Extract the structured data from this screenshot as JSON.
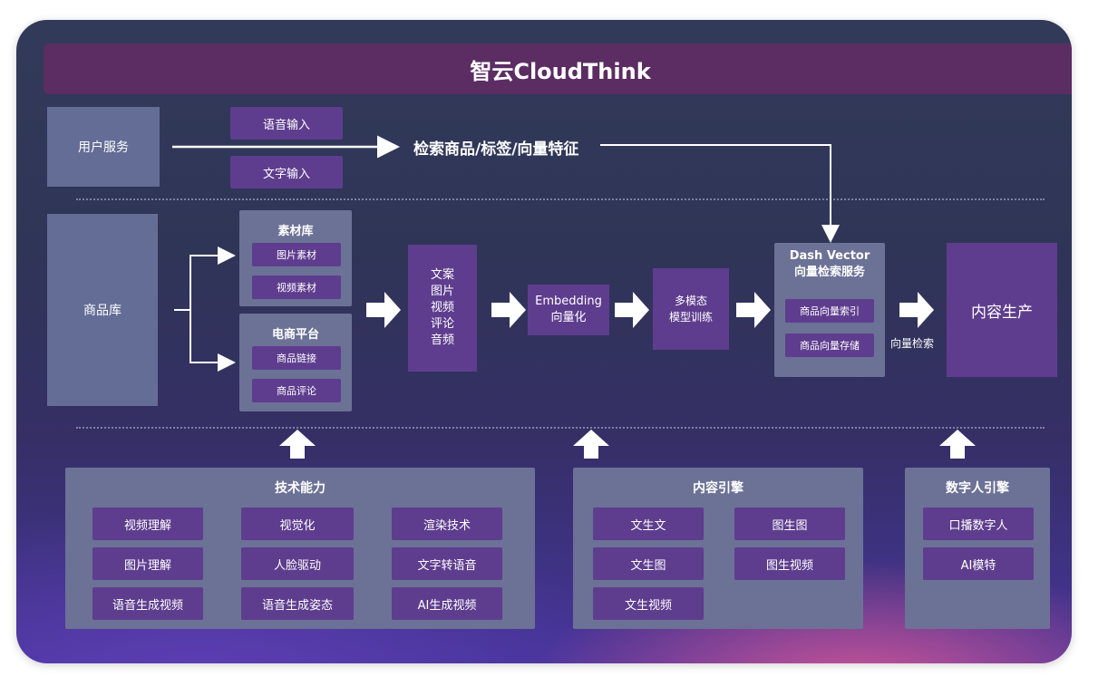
{
  "title": "智云CloudThink",
  "top": {
    "user_service": "用户服务",
    "voice_input": "语音输入",
    "text_input": "文字输入",
    "query_label": "检索商品/标签/向量特征"
  },
  "middle": {
    "product_lib": "商品库",
    "material_lib": {
      "title": "素材库",
      "items": [
        "图片素材",
        "视频素材"
      ]
    },
    "ecommerce": {
      "title": "电商平台",
      "items": [
        "商品链接",
        "商品评论"
      ]
    },
    "media_types": [
      "文案",
      "图片",
      "视频",
      "评论",
      "音频"
    ],
    "embedding": [
      "Embedding",
      "向量化"
    ],
    "multimodal": [
      "多模态",
      "模型训练"
    ],
    "dash_vector": {
      "title_1": "Dash Vector",
      "title_2": "向量检索服务",
      "items": [
        "商品向量索引",
        "商品向量存储"
      ]
    },
    "vector_search_label": "向量检索",
    "content_production": "内容生产"
  },
  "bottom": {
    "tech": {
      "title": "技术能力",
      "items": [
        "视频理解",
        "视觉化",
        "渲染技术",
        "图片理解",
        "人脸驱动",
        "文字转语音",
        "语音生成视频",
        "语音生成姿态",
        "AI生成视频"
      ]
    },
    "content_engine": {
      "title": "内容引擎",
      "items": [
        "文生文",
        "图生图",
        "文生图",
        "图生视频",
        "文生视频"
      ]
    },
    "digital_human": {
      "title": "数字人引擎",
      "items": [
        "口播数字人",
        "AI模特"
      ]
    }
  },
  "colors": {
    "title_bar": "#5b2d63",
    "box_gray": "#636d96",
    "box_purple": "#5e3d8e",
    "arrow": "#ffffff"
  }
}
